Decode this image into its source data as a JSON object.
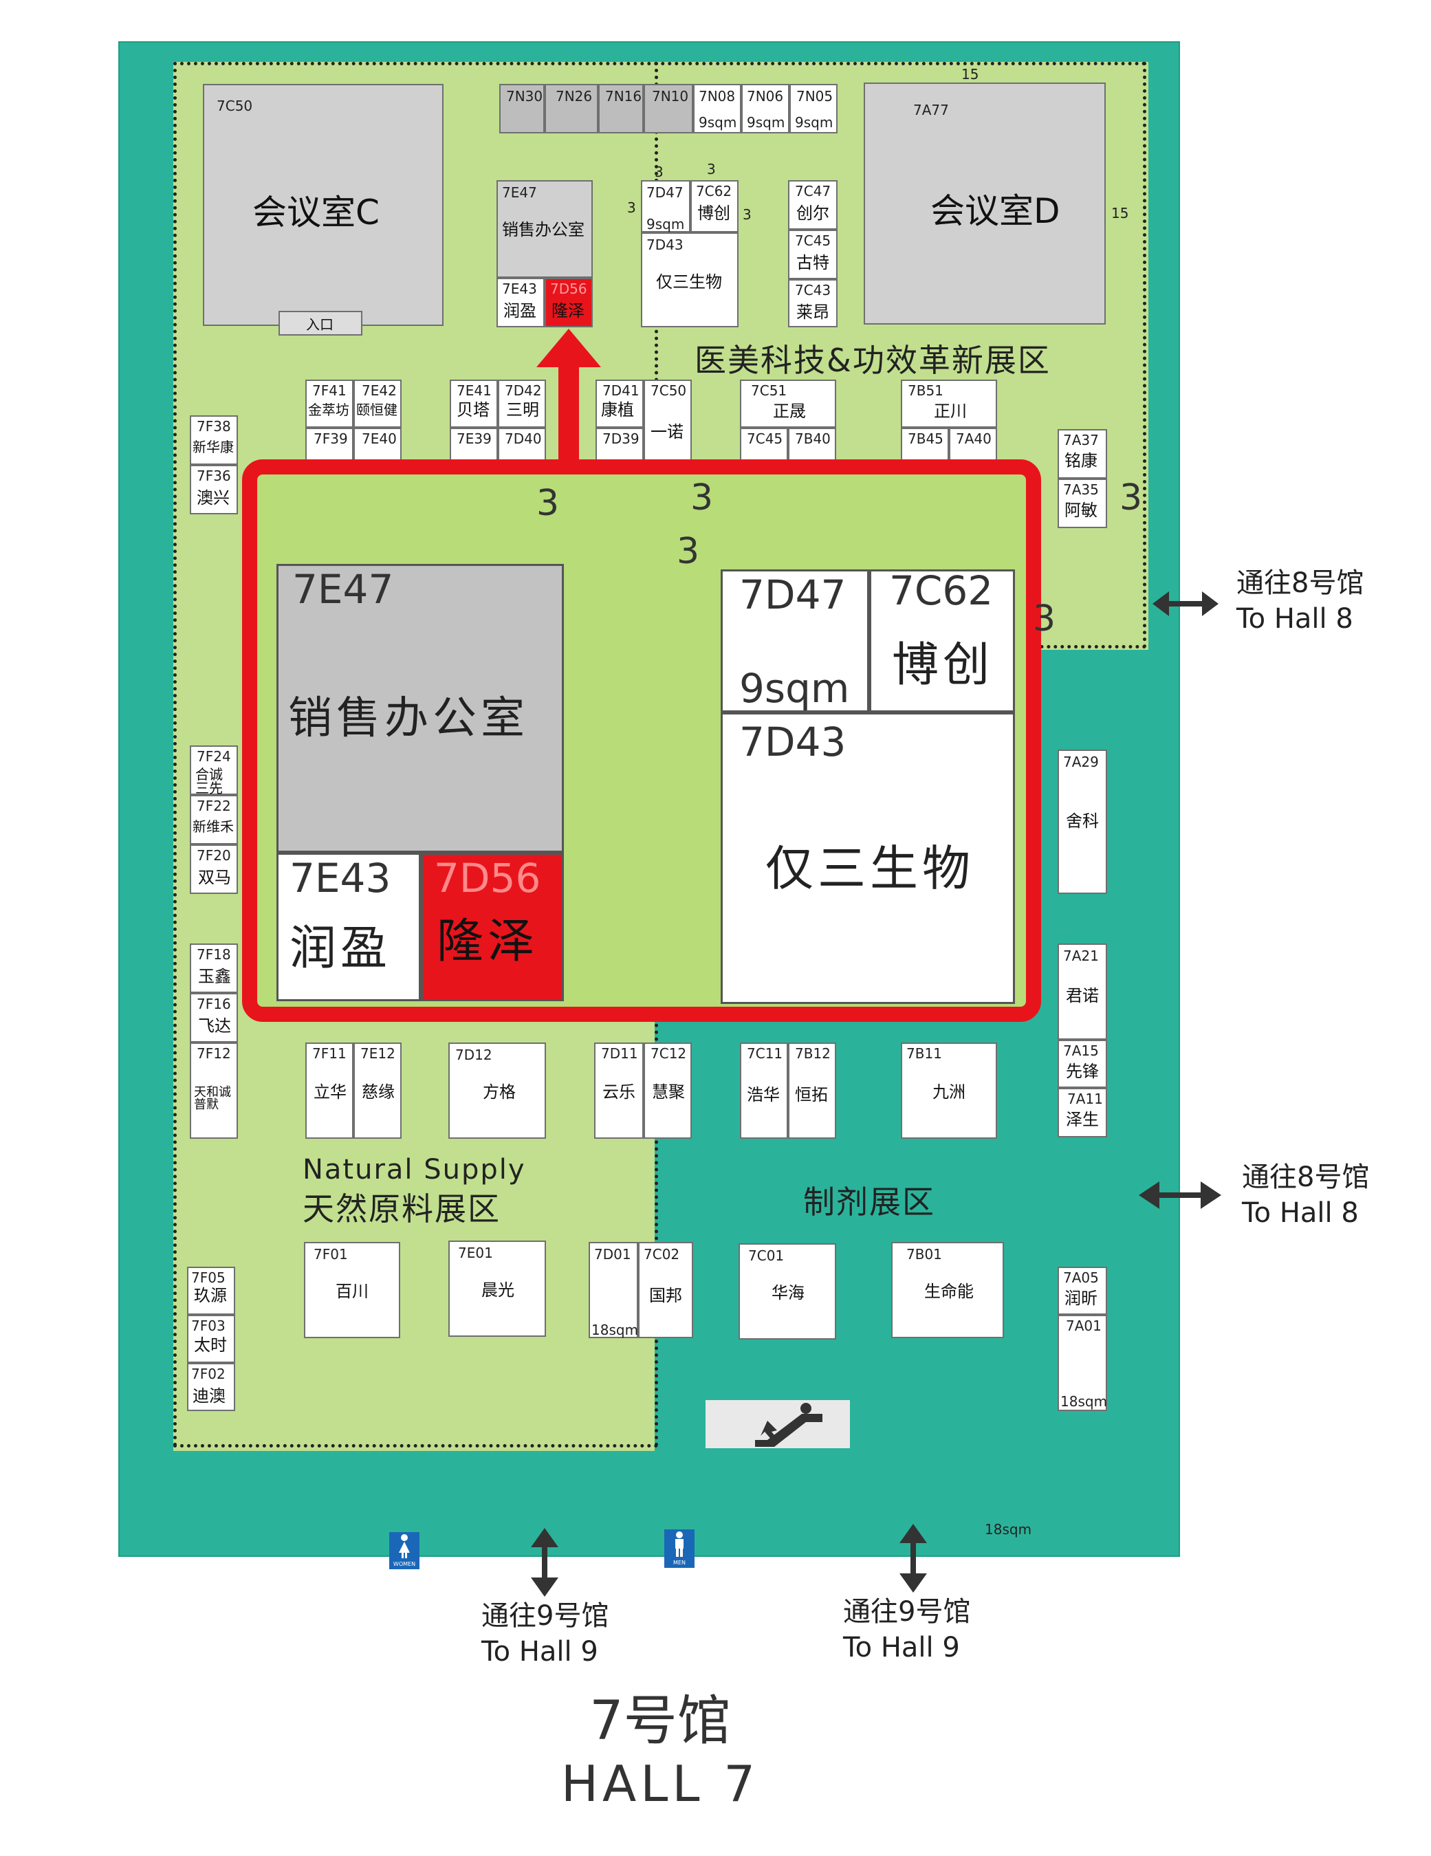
{
  "rooms": {
    "c": {
      "code": "7C50",
      "name": "会议室C",
      "entry": "入口"
    },
    "d": {
      "code": "7A77",
      "name": "会议室D",
      "dim": "15"
    }
  },
  "top_row": [
    {
      "code": "7N30"
    },
    {
      "code": "7N26"
    },
    {
      "code": "7N16"
    },
    {
      "code": "7N10"
    },
    {
      "code": "7N08",
      "size": "9sqm"
    },
    {
      "code": "7N06",
      "size": "9sqm"
    },
    {
      "code": "7N05",
      "size": "9sqm"
    }
  ],
  "dims": {
    "three": "3",
    "fifteen": "15"
  },
  "zones": {
    "medical": "医美科技&功效革新展区",
    "natural_en": "Natural Supply",
    "natural_cn": "天然原料展区",
    "formulation": "制剂展区"
  },
  "small": {
    "7E47": {
      "code": "7E47",
      "name": "销售办公室"
    },
    "7E43": {
      "code": "7E43",
      "name": "润盈"
    },
    "7D56": {
      "code": "7D56",
      "name": "隆泽"
    },
    "7D47": {
      "code": "7D47",
      "size": "9sqm"
    },
    "7C62": {
      "code": "7C62",
      "name": "博创"
    },
    "7D43": {
      "code": "7D43",
      "name": "仅三生物"
    },
    "7C47": {
      "code": "7C47",
      "name": "创尔"
    },
    "7C45": {
      "code": "7C45",
      "name": "古特"
    },
    "7C43": {
      "code": "7C43",
      "name": "莱昂"
    }
  },
  "row2": [
    {
      "code": "7F41",
      "name": "金萃坊"
    },
    {
      "code": "7E42",
      "name": "颐恒健"
    },
    {
      "code": "7F39",
      "name": ""
    },
    {
      "code": "7E40",
      "name": ""
    },
    {
      "code": "7E41",
      "name": "贝塔"
    },
    {
      "code": "7D42",
      "name": "三明"
    },
    {
      "code": "7E39",
      "name": ""
    },
    {
      "code": "7D40",
      "name": ""
    },
    {
      "code": "7D41",
      "name": "康植"
    },
    {
      "code": "7C50",
      "name": "一诺"
    },
    {
      "code": "7D39",
      "name": ""
    },
    {
      "code": "7C51",
      "name": "正晟"
    },
    {
      "code": "7C45",
      "name": ""
    },
    {
      "code": "7B40",
      "name": ""
    },
    {
      "code": "7B51",
      "name": "正川"
    },
    {
      "code": "7B45",
      "name": ""
    },
    {
      "code": "7A40",
      "name": ""
    }
  ],
  "left_col": [
    {
      "code": "7F38",
      "name": "新华康"
    },
    {
      "code": "7F36",
      "name": "澳兴"
    },
    {
      "code": "7F24",
      "name": "合诚三先"
    },
    {
      "code": "7F22",
      "name": "新维禾"
    },
    {
      "code": "7F20",
      "name": "双马"
    },
    {
      "code": "7F18",
      "name": "玉鑫"
    },
    {
      "code": "7F16",
      "name": "飞达"
    },
    {
      "code": "7F12",
      "name": "天和诚普默"
    },
    {
      "code": "7F05",
      "name": "玖源"
    },
    {
      "code": "7F03",
      "name": "太时"
    },
    {
      "code": "7F02",
      "name": "迪澳"
    }
  ],
  "right_col": [
    {
      "code": "7A37",
      "name": "铭康"
    },
    {
      "code": "7A35",
      "name": "阿敏"
    },
    {
      "code": "7A29",
      "name": "舍科"
    },
    {
      "code": "7A21",
      "name": "君诺"
    },
    {
      "code": "7A15",
      "name": "先锋"
    },
    {
      "code": "7A11",
      "name": "泽生"
    },
    {
      "code": "7A05",
      "name": "润昕"
    },
    {
      "code": "7A01",
      "size": "18sqm"
    }
  ],
  "row3": [
    {
      "code": "7F11",
      "name": "立华"
    },
    {
      "code": "7E12",
      "name": "慈缘"
    },
    {
      "code": "7D12",
      "name": "方格"
    },
    {
      "code": "7D11",
      "name": "云乐"
    },
    {
      "code": "7C12",
      "name": "慧聚"
    },
    {
      "code": "7C11",
      "name": "浩华"
    },
    {
      "code": "7B12",
      "name": "恒拓"
    },
    {
      "code": "7B11",
      "name": "九洲"
    }
  ],
  "row4": [
    {
      "code": "7F01",
      "name": "百川"
    },
    {
      "code": "7E01",
      "name": "晨光"
    },
    {
      "code": "7D01",
      "size": "18sqm"
    },
    {
      "code": "7C02",
      "name": "国邦"
    },
    {
      "code": "7C01",
      "name": "华海"
    },
    {
      "code": "7B01",
      "name": "生命能"
    }
  ],
  "area_18": "18sqm",
  "links": {
    "hall8_cn": "通往8号馆",
    "hall8_en": "To Hall 8",
    "hall9_cn": "通往9号馆",
    "hall9_en": "To Hall 9"
  },
  "toilets": {
    "women": "WOMEN",
    "men": "MEN"
  },
  "title": {
    "cn": "7号馆",
    "en": "HALL 7"
  },
  "colors": {
    "hall": "#2ab39a",
    "zone": "#c1df8e",
    "highlight": "#e8141c"
  }
}
